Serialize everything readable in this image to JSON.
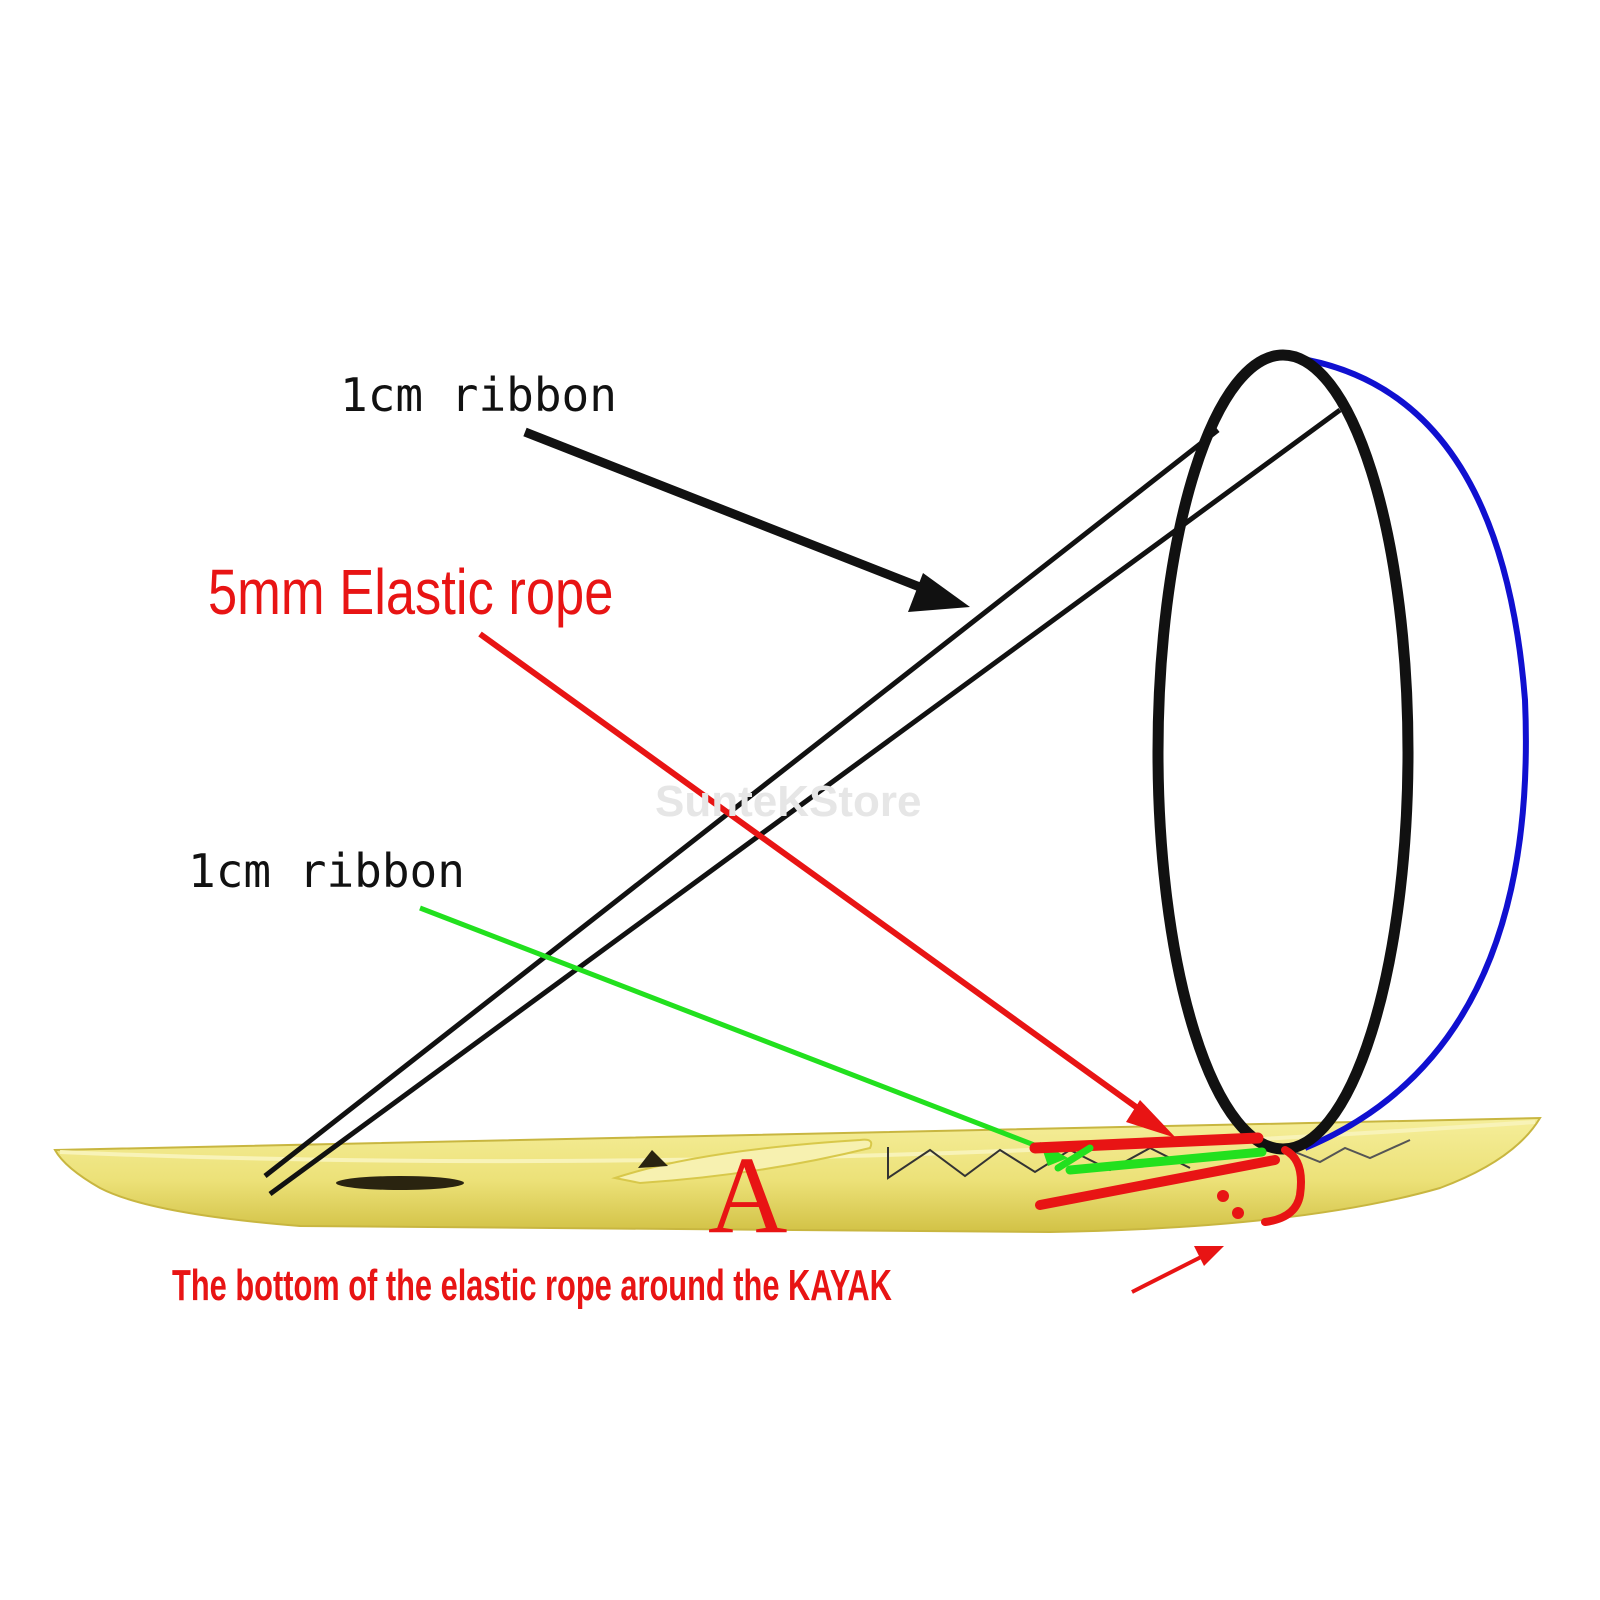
{
  "labels": {
    "ribbon_top": "1cm ribbon",
    "elastic_rope": "5mm Elastic rope",
    "ribbon_bottom": "1cm ribbon",
    "bottom_note": "The bottom of the elastic rope around the KAYAK",
    "kayak_mark": "A",
    "watermark": "SunteKStore"
  },
  "colors": {
    "kayak": "#efe57a",
    "kayak_shadow": "#d8c84a",
    "hoop": "#111111",
    "ribbon": "#111111",
    "elastic_rope": "#e81414",
    "green_ribbon": "#22e01e",
    "blue_rope": "#1010d0"
  }
}
